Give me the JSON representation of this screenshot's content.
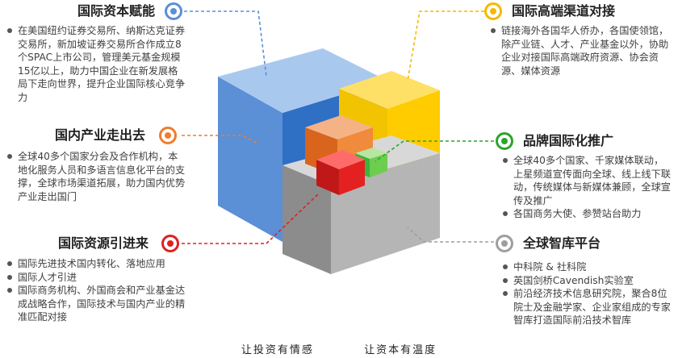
{
  "sections": {
    "capital": {
      "title": "国际资本赋能",
      "items": [
        "在美国纽约证券交易所、纳斯达克证券交易所，新加坡证券交易所合作成立8个SPAC上市公司，管理美元基金规模15亿以上，助力中国企业在新发展格局下走向世界，提升企业国际核心竞争力"
      ],
      "color": "#5b8fd6"
    },
    "industry": {
      "title": "国内产业走出去",
      "items": [
        "全球40多个国家分会及合作机构，本地化服务人员和多语言信息化平台的支撑，全球市场渠道拓展，助力国内优势产业走出国门"
      ],
      "color": "#f07c2e"
    },
    "resources": {
      "title": "国际资源引进来",
      "items": [
        "国际先进技术国内转化、落地应用",
        "国际人才引进",
        "国际商务机构、外国商会和产业基金达成战略合作，国际技术与国内产业的精准匹配对接"
      ],
      "color": "#e02020"
    },
    "channels": {
      "title": "国际高端渠道对接",
      "items": [
        "链接海外各国华人侨办，各国使领馆，除产业链、人才、产业基金以外，协助企业对接国际高端政府资源、协会资源、媒体资源"
      ],
      "color": "#f5b800"
    },
    "brand": {
      "title": "品牌国际化推广",
      "items": [
        "全球40多个国家、千家媒体联动，上星频道宣传面向全球、线上线下联动，传统媒体与新媒体兼顾，全球宣传及推广",
        "各国商务大使、参赞站台助力"
      ],
      "color": "#2aa52a"
    },
    "thinktank": {
      "title": "全球智库平台",
      "items": [
        "中科院 & 社科院",
        "英国剑桥Cavendish实验室",
        "前沿经济技术信息研究院，聚合8位院士及金融学家、企业家组成的专家智库打造国际前沿技术智库"
      ],
      "color": "#9e9e9e"
    }
  },
  "footer": {
    "left": "让投资有情感",
    "right": "让资本有温度"
  },
  "icons": [
    "ring-icon"
  ]
}
